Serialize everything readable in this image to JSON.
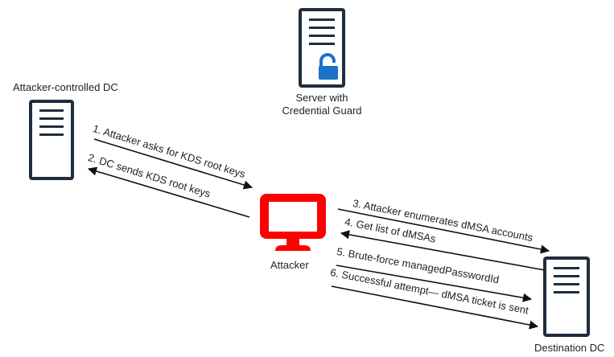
{
  "nodes": {
    "attacker_dc": {
      "label": "Attacker-controlled DC"
    },
    "credential_guard_server": {
      "label_line1": "Server with",
      "label_line2": "Credential Guard"
    },
    "attacker": {
      "label": "Attacker"
    },
    "destination_dc": {
      "label": "Destination DC"
    }
  },
  "steps": [
    {
      "label": "1. Attacker asks for KDS root keys",
      "direction": "attacker_dc -> attacker"
    },
    {
      "label": "2. DC sends KDS root  keys",
      "direction": "attacker -> attacker_dc"
    },
    {
      "label": "3. Attacker enumerates dMSA accounts",
      "direction": "attacker -> destination_dc"
    },
    {
      "label": "4. Get list of dMSAs",
      "direction": "destination_dc -> attacker"
    },
    {
      "label": "5. Brute-force managedPasswordId",
      "direction": "attacker -> destination_dc"
    },
    {
      "label": "6. Successful attempt— dMSA ticket is sent",
      "direction": "attacker -> destination_dc"
    }
  ],
  "colors": {
    "server_stroke": "#1f2d3d",
    "attacker_red": "#ff0000",
    "lock_blue": "#1a73c8",
    "arrow": "#111111"
  }
}
